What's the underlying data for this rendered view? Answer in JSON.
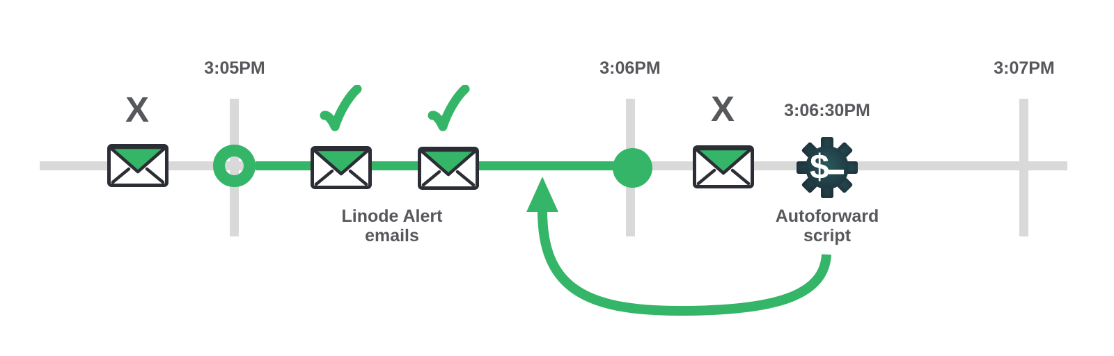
{
  "colors": {
    "green": "#35b567",
    "track": "#d9d9d9",
    "text": "#56585c",
    "outline": "#2b2e35"
  },
  "timeline": {
    "ticks": [
      {
        "label": "3:05PM"
      },
      {
        "label": "3:06PM"
      },
      {
        "label": "3:07PM"
      }
    ]
  },
  "events": {
    "missed_email_before": {
      "marker": "X",
      "status": "missed"
    },
    "alert_emails": {
      "caption_line1": "Linode Alert",
      "caption_line2": "emails",
      "status": "delivered"
    },
    "missed_email_after": {
      "marker": "X",
      "status": "missed"
    },
    "autoforward": {
      "time": "3:06:30PM",
      "caption_line1": "Autoforward",
      "caption_line2": "script",
      "terminal_prompt": "$"
    }
  }
}
